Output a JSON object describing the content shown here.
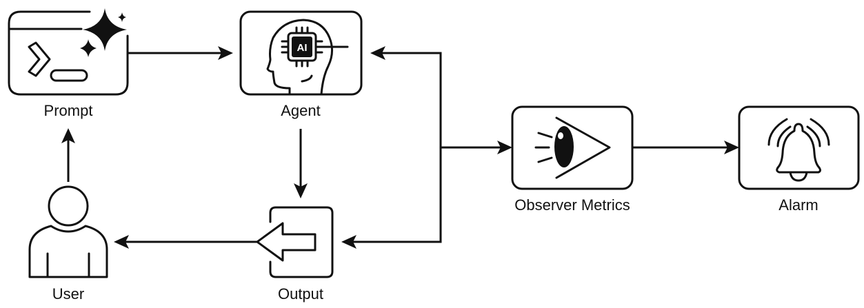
{
  "diagram": {
    "nodes": {
      "prompt": {
        "label": "Prompt",
        "icon": "terminal-sparkle-icon"
      },
      "agent": {
        "label": "Agent",
        "icon": "ai-head-icon",
        "chip_text": "AI"
      },
      "observer": {
        "label": "Observer Metrics",
        "icon": "eye-icon"
      },
      "alarm": {
        "label": "Alarm",
        "icon": "bell-ringing-icon"
      },
      "user": {
        "label": "User",
        "icon": "user-icon"
      },
      "output": {
        "label": "Output",
        "icon": "output-arrow-icon"
      }
    },
    "edges": [
      {
        "from": "Prompt",
        "to": "Agent"
      },
      {
        "from": "Agent",
        "to": "Output"
      },
      {
        "from": "Output",
        "to": "User"
      },
      {
        "from": "User",
        "to": "Prompt"
      },
      {
        "from": "junction",
        "to": "Agent"
      },
      {
        "from": "junction",
        "to": "Observer Metrics"
      },
      {
        "from": "junction",
        "to": "Output"
      },
      {
        "from": "Observer Metrics",
        "to": "Alarm"
      }
    ],
    "colors": {
      "stroke": "#111111",
      "background": "#ffffff"
    }
  }
}
